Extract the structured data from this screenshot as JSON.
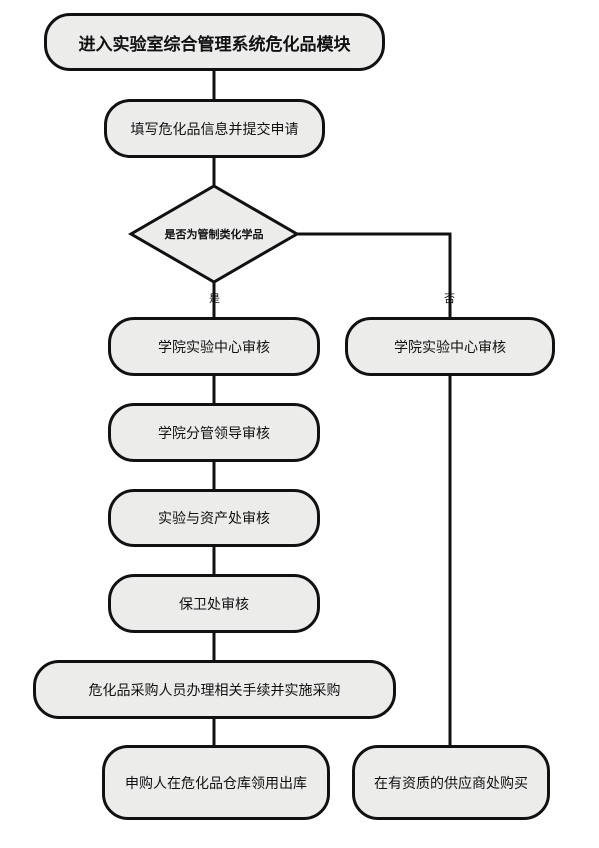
{
  "diagram": {
    "title": "进入实验室综合管理系统危化品模块",
    "step_fill": "填写危化品信息并提交申请",
    "decision": "是否为管制类化学品",
    "branch_yes": "是",
    "branch_no": "否",
    "yes_steps": [
      "学院实验中心审核",
      "学院分管领导审核",
      "实验与资产处审核",
      "保卫处审核",
      "危化品采购人员办理相关手续并实施采购",
      "申购人在危化品仓库领用出库"
    ],
    "no_steps": [
      "学院实验中心审核",
      "在有资质的供应商处购买"
    ]
  },
  "colors": {
    "node_fill": "#ecedeb",
    "stroke": "#111111"
  }
}
